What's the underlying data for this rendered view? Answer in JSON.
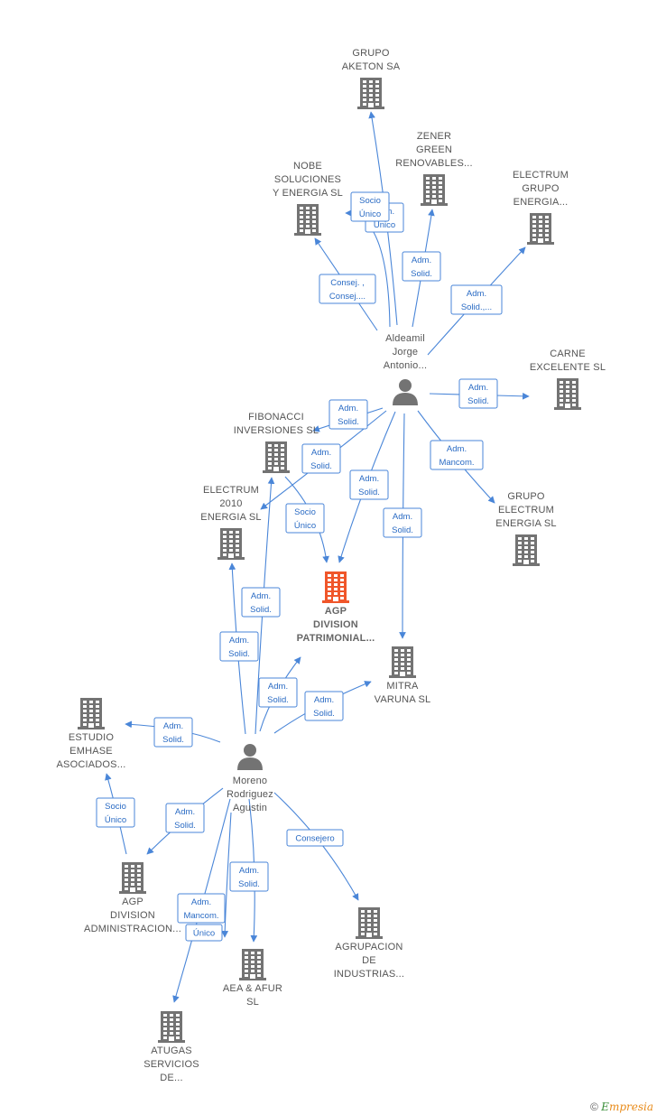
{
  "nodes": [
    {
      "id": "grupo_aketon",
      "type": "company",
      "label": [
        "GRUPO",
        "AKETON SA"
      ]
    },
    {
      "id": "zener",
      "type": "company",
      "label": [
        "ZENER",
        "GREEN",
        "RENOVABLES..."
      ]
    },
    {
      "id": "nobe",
      "type": "company",
      "label": [
        "NOBE",
        "SOLUCIONES",
        "Y ENERGIA  SL"
      ]
    },
    {
      "id": "electrum_grupo",
      "type": "company",
      "label": [
        "ELECTRUM",
        "GRUPO",
        "ENERGIA..."
      ]
    },
    {
      "id": "carne",
      "type": "company",
      "label": [
        "CARNE",
        "EXCELENTE SL"
      ]
    },
    {
      "id": "aldeamil",
      "type": "person",
      "label": [
        "Aldeamil",
        "Jorge",
        "Antonio..."
      ]
    },
    {
      "id": "fibonacci",
      "type": "company",
      "label": [
        "FIBONACCI",
        "INVERSIONES SL"
      ]
    },
    {
      "id": "electrum2010",
      "type": "company",
      "label": [
        "ELECTRUM",
        "2010",
        "ENERGIA SL"
      ]
    },
    {
      "id": "grupo_electrum",
      "type": "company",
      "label": [
        "GRUPO",
        "ELECTRUM",
        "ENERGIA SL"
      ]
    },
    {
      "id": "agp_patrimonial",
      "type": "focus",
      "label": [
        "AGP",
        "DIVISION",
        "PATRIMONIAL..."
      ]
    },
    {
      "id": "mitra",
      "type": "company",
      "label": [
        "MITRA",
        "VARUNA SL"
      ]
    },
    {
      "id": "estudio",
      "type": "company",
      "label": [
        "ESTUDIO",
        "EMHASE",
        "ASOCIADOS..."
      ]
    },
    {
      "id": "moreno",
      "type": "person",
      "label": [
        "Moreno",
        "Rodriguez",
        "Agustin"
      ]
    },
    {
      "id": "agp_admin",
      "type": "company",
      "label": [
        "AGP",
        "DIVISION",
        "ADMINISTRACION..."
      ]
    },
    {
      "id": "agrupacion",
      "type": "company",
      "label": [
        "AGRUPACION",
        "DE",
        "INDUSTRIAS..."
      ]
    },
    {
      "id": "aea",
      "type": "company",
      "label": [
        "AEA & AFUR",
        "SL"
      ]
    },
    {
      "id": "atugas",
      "type": "company",
      "label": [
        "ATUGAS",
        "SERVICIOS",
        "DE..."
      ]
    }
  ],
  "edges": [
    {
      "from": "aldeamil",
      "to": "grupo_aketon",
      "label": [
        "Adm.",
        "Único"
      ]
    },
    {
      "from": "aldeamil",
      "to": "nobe",
      "label": [
        "Socio",
        "Único"
      ]
    },
    {
      "from": "aldeamil",
      "to": "nobe",
      "label": [
        "Consej. ,",
        "Consej...."
      ]
    },
    {
      "from": "aldeamil",
      "to": "zener",
      "label": [
        "Adm.",
        "Solid."
      ]
    },
    {
      "from": "aldeamil",
      "to": "electrum_grupo",
      "label": [
        "Adm.",
        "Solid.,..."
      ]
    },
    {
      "from": "aldeamil",
      "to": "carne",
      "label": [
        "Adm.",
        "Solid."
      ]
    },
    {
      "from": "aldeamil",
      "to": "fibonacci",
      "label": [
        "Adm.",
        "Solid."
      ]
    },
    {
      "from": "aldeamil",
      "to": "electrum2010",
      "label": [
        "Adm.",
        "Solid."
      ]
    },
    {
      "from": "aldeamil",
      "to": "agp_patrimonial",
      "label": [
        "Adm.",
        "Solid."
      ]
    },
    {
      "from": "aldeamil",
      "to": "grupo_electrum",
      "label": [
        "Adm.",
        "Mancom."
      ]
    },
    {
      "from": "aldeamil",
      "to": "mitra",
      "label": [
        "Adm.",
        "Solid."
      ]
    },
    {
      "from": "fibonacci",
      "to": "agp_patrimonial",
      "label": [
        "Socio",
        "Único"
      ]
    },
    {
      "from": "moreno",
      "to": "fibonacci",
      "label": [
        "Adm.",
        "Solid."
      ]
    },
    {
      "from": "moreno",
      "to": "electrum2010",
      "label": [
        "Adm.",
        "Solid."
      ]
    },
    {
      "from": "moreno",
      "to": "agp_patrimonial",
      "label": [
        "Adm.",
        "Solid."
      ]
    },
    {
      "from": "moreno",
      "to": "mitra",
      "label": [
        "Adm.",
        "Solid."
      ]
    },
    {
      "from": "moreno",
      "to": "estudio",
      "label": [
        "Adm.",
        "Solid."
      ]
    },
    {
      "from": "agp_admin",
      "to": "estudio",
      "label": [
        "Socio",
        "Único"
      ]
    },
    {
      "from": "moreno",
      "to": "agp_admin",
      "label": [
        "Adm.",
        "Solid."
      ]
    },
    {
      "from": "moreno",
      "to": "agrupacion",
      "label": [
        "Consejero"
      ]
    },
    {
      "from": "moreno",
      "to": "aea",
      "label": [
        "Adm.",
        "Solid."
      ]
    },
    {
      "from": "moreno",
      "to": "atugas",
      "label": [
        "Adm.",
        "Mancom."
      ]
    },
    {
      "from": "moreno",
      "to": "aea",
      "label": [
        "Único"
      ]
    }
  ],
  "colors": {
    "edge": "#4a86d8",
    "company_icon": "#737373",
    "focus_icon": "#f0562a",
    "person_icon": "#737373"
  },
  "footer": {
    "copyright": "©",
    "brand_first": "E",
    "brand_rest": "mpresia"
  }
}
